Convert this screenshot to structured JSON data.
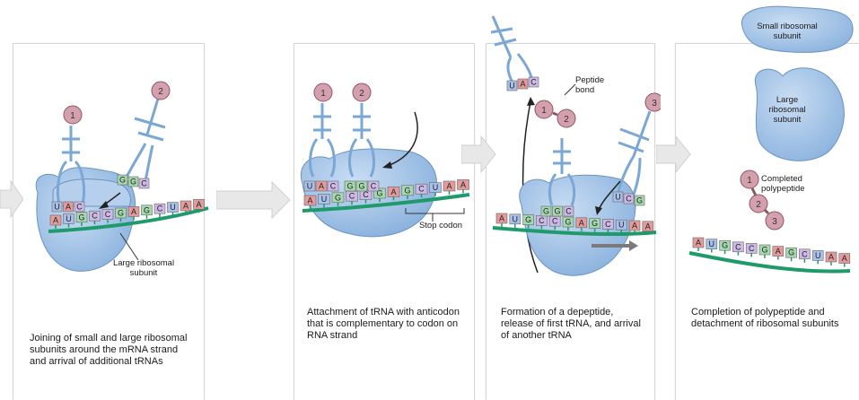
{
  "colors": {
    "ribosome": "#a9c9ea",
    "ribosome_edge": "#5b86b8",
    "mrna": "#1f9a6a",
    "trna": "#bcd7ee",
    "amino": "#d4a0ae",
    "codon_red": "#e08a8a",
    "codon_blue": "#9fb8e6",
    "codon_green": "#9fd4a8",
    "codon_purple": "#c7b2e0",
    "arrow_gray": "#e6e6e6"
  },
  "panel1": {
    "caption": "Joining of small and large ribosomal subunits around the mRNA strand and arrival of additional tRNAs",
    "label_large": "Large ribosomal subunit",
    "codons": [
      "A",
      "U",
      "G",
      "C",
      "C",
      "G",
      "A",
      "G",
      "C",
      "U",
      "A",
      "A"
    ],
    "anticodon1": [
      "U",
      "A",
      "C"
    ],
    "anticodon2": [
      "G",
      "G",
      "C"
    ],
    "amino1": "1",
    "amino2": "2"
  },
  "panel2": {
    "caption": "Attachment of tRNA with anticodon that is complementary to codon on RNA strand",
    "label_stop": "Stop codon",
    "codons": [
      "A",
      "U",
      "G",
      "C",
      "C",
      "G",
      "A",
      "G",
      "C",
      "U",
      "A",
      "A"
    ],
    "anticodon1": [
      "U",
      "A",
      "C"
    ],
    "anticodon2": [
      "G",
      "G",
      "C"
    ],
    "amino1": "1",
    "amino2": "2"
  },
  "panel3": {
    "caption": "Formation of a depeptide, release of first tRNA, and arrival of another tRNA",
    "label_bond": "Peptide bond",
    "codons": [
      "A",
      "U",
      "G",
      "C",
      "C",
      "G",
      "A",
      "G",
      "C",
      "U",
      "A",
      "A"
    ],
    "released_anticodon": [
      "U",
      "A",
      "C"
    ],
    "anticodon2": [
      "G",
      "G",
      "C"
    ],
    "anticodon3": [
      "U",
      "C",
      "G"
    ],
    "amino1": "1",
    "amino2": "2",
    "amino3": "3"
  },
  "panel4": {
    "caption": "Completion of polypeptide and detachment of ribosomal subunits",
    "label_small": "Small ribosomal subunit",
    "label_large": "Large ribosomal subunit",
    "label_poly": "Completed polypeptide",
    "codons": [
      "A",
      "U",
      "G",
      "C",
      "C",
      "G",
      "A",
      "G",
      "C",
      "U",
      "A",
      "A"
    ],
    "amino1": "1",
    "amino2": "2",
    "amino3": "3"
  }
}
